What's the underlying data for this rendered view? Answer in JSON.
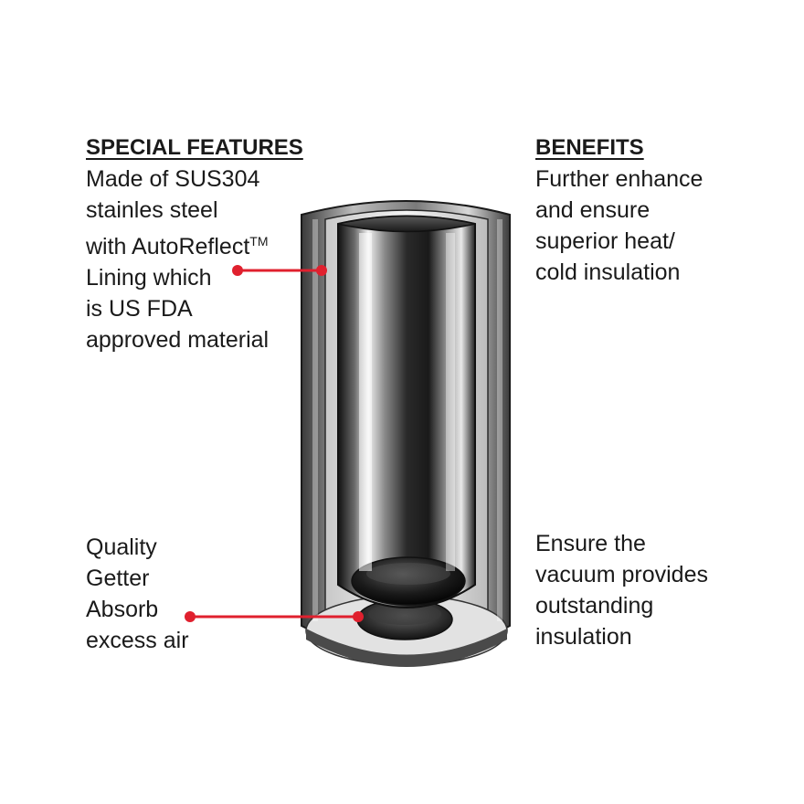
{
  "features": {
    "heading": "SPECIAL FEATURES",
    "lines": [
      "Made of SUS304",
      "stainles steel",
      "with AutoReflect",
      "Lining which",
      "is US FDA",
      "approved material"
    ],
    "trademark": "TM"
  },
  "benefits": {
    "heading": "BENEFITS",
    "lines": [
      "Further enhance",
      "and ensure",
      "superior heat/",
      "cold insulation"
    ]
  },
  "getter": {
    "lines": [
      "Quality",
      "Getter",
      "Absorb",
      "excess air"
    ]
  },
  "vacuum": {
    "lines": [
      "Ensure the",
      "vacuum provides",
      "outstanding",
      "insulation"
    ]
  },
  "colors": {
    "callout": "#e0202e",
    "steel_dark": "#1e1e1e",
    "steel_light": "#e6e6e6"
  }
}
